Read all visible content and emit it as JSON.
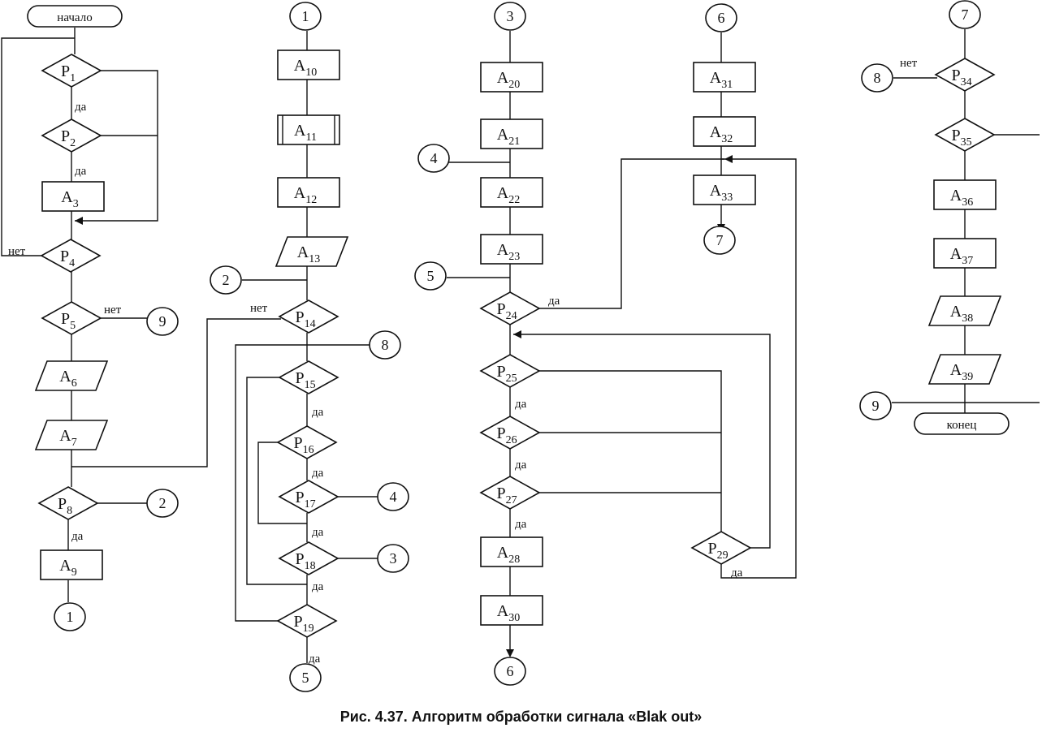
{
  "caption": "Рис. 4.37. Алгоритм обработки сигнала «Blak out»",
  "terminals": {
    "start": "начало",
    "end": "конец"
  },
  "edge_labels": {
    "yes": "да",
    "no": "нет"
  },
  "nodes": [
    {
      "id": "P1",
      "p": "P",
      "s": "1"
    },
    {
      "id": "P2",
      "p": "P",
      "s": "2"
    },
    {
      "id": "A3",
      "p": "A",
      "s": "3"
    },
    {
      "id": "P4",
      "p": "P",
      "s": "4"
    },
    {
      "id": "P5",
      "p": "P",
      "s": "5"
    },
    {
      "id": "A6",
      "p": "A",
      "s": "6"
    },
    {
      "id": "A7",
      "p": "A",
      "s": "7"
    },
    {
      "id": "P8",
      "p": "P",
      "s": "8"
    },
    {
      "id": "A9",
      "p": "A",
      "s": "9"
    },
    {
      "id": "A10",
      "p": "A",
      "s": "10"
    },
    {
      "id": "A11",
      "p": "A",
      "s": "11"
    },
    {
      "id": "A12",
      "p": "A",
      "s": "12"
    },
    {
      "id": "A13",
      "p": "A",
      "s": "13"
    },
    {
      "id": "P14",
      "p": "P",
      "s": "14"
    },
    {
      "id": "P15",
      "p": "P",
      "s": "15"
    },
    {
      "id": "P16",
      "p": "P",
      "s": "16"
    },
    {
      "id": "P17",
      "p": "P",
      "s": "17"
    },
    {
      "id": "P18",
      "p": "P",
      "s": "18"
    },
    {
      "id": "P19",
      "p": "P",
      "s": "19"
    },
    {
      "id": "A20",
      "p": "A",
      "s": "20"
    },
    {
      "id": "A21",
      "p": "A",
      "s": "21"
    },
    {
      "id": "A22",
      "p": "A",
      "s": "22"
    },
    {
      "id": "A23",
      "p": "A",
      "s": "23"
    },
    {
      "id": "P24",
      "p": "P",
      "s": "24"
    },
    {
      "id": "P25",
      "p": "P",
      "s": "25"
    },
    {
      "id": "P26",
      "p": "P",
      "s": "26"
    },
    {
      "id": "P27",
      "p": "P",
      "s": "27"
    },
    {
      "id": "A28",
      "p": "A",
      "s": "28"
    },
    {
      "id": "P29",
      "p": "P",
      "s": "29"
    },
    {
      "id": "A30",
      "p": "A",
      "s": "30"
    },
    {
      "id": "A31",
      "p": "A",
      "s": "31"
    },
    {
      "id": "A32",
      "p": "A",
      "s": "32"
    },
    {
      "id": "A33",
      "p": "A",
      "s": "33"
    },
    {
      "id": "P34",
      "p": "P",
      "s": "34"
    },
    {
      "id": "P35",
      "p": "P",
      "s": "35"
    },
    {
      "id": "A36",
      "p": "A",
      "s": "36"
    },
    {
      "id": "A37",
      "p": "A",
      "s": "37"
    },
    {
      "id": "A38",
      "p": "A",
      "s": "38"
    },
    {
      "id": "A39",
      "p": "A",
      "s": "39"
    }
  ],
  "connectors": [
    {
      "id": "c1a",
      "label": "1"
    },
    {
      "id": "c1b",
      "label": "1"
    },
    {
      "id": "c2a",
      "label": "2"
    },
    {
      "id": "c2b",
      "label": "2"
    },
    {
      "id": "c3a",
      "label": "3"
    },
    {
      "id": "c3b",
      "label": "3"
    },
    {
      "id": "c4a",
      "label": "4"
    },
    {
      "id": "c4b",
      "label": "4"
    },
    {
      "id": "c5a",
      "label": "5"
    },
    {
      "id": "c5b",
      "label": "5"
    },
    {
      "id": "c6a",
      "label": "6"
    },
    {
      "id": "c6b",
      "label": "6"
    },
    {
      "id": "c7a",
      "label": "7"
    },
    {
      "id": "c7b",
      "label": "7"
    },
    {
      "id": "c8a",
      "label": "8"
    },
    {
      "id": "c8b",
      "label": "8"
    },
    {
      "id": "c9a",
      "label": "9"
    },
    {
      "id": "c9b",
      "label": "9"
    }
  ]
}
